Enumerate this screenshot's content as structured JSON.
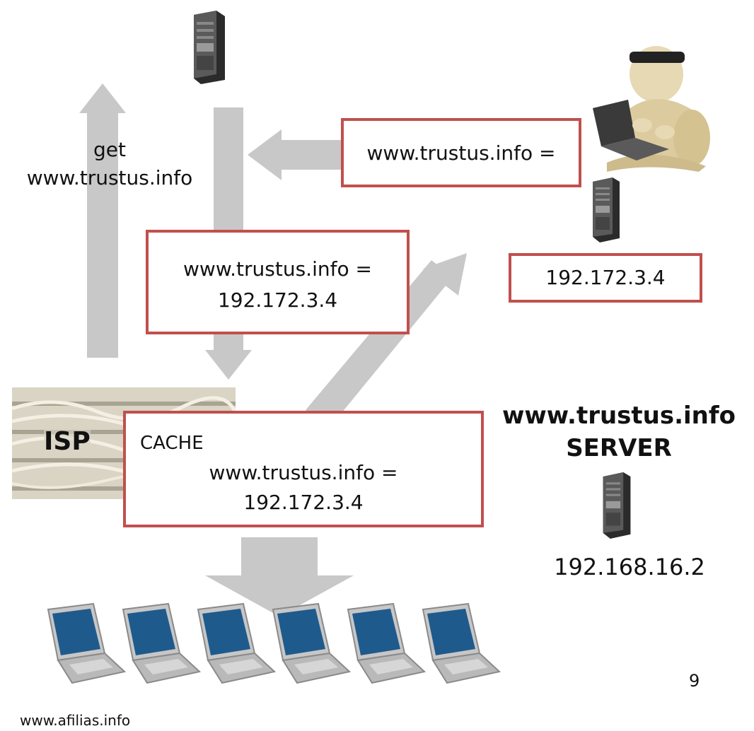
{
  "labels": {
    "get": "get",
    "get_domain": "www.trustus.info",
    "attacker_box": "www.trustus.info =",
    "middle_box_line1": "www.trustus.info =",
    "middle_box_line2": "192.172.3.4",
    "attacker_ip": "192.172.3.4",
    "isp": "ISP",
    "cache_title": "CACHE",
    "cache_line1": "www.trustus.info =",
    "cache_line2": "192.172.3.4",
    "server_title_line1": "www.trustus.info",
    "server_title_line2": "SERVER",
    "server_ip": "192.168.16.2",
    "page_number": "9",
    "footer": "www.afilias.info"
  },
  "colors": {
    "arrow": "#c8c8c8",
    "box_border": "#c0504d",
    "laptop_screen": "#1f5a8c",
    "laptop_body": "#b9b9b9",
    "server_dark": "#2b2b2b"
  },
  "icons": {
    "server": "server-tower-icon",
    "attacker": "masked-hacker-with-laptop-icon",
    "laptop": "laptop-icon",
    "isp": "network-cables-icon"
  },
  "laptop_count": 6
}
